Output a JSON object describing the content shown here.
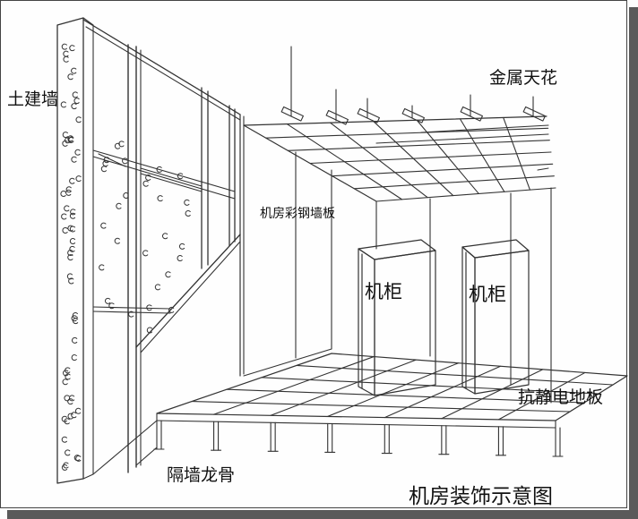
{
  "labels": {
    "wall": "土建墙",
    "ceiling": "金属天花",
    "panel": "机房彩钢墙板",
    "cabinet_left": "机柜",
    "cabinet_right": "机柜",
    "floor": "抗静电地板",
    "keel": "隔墙龙骨",
    "title": "机房装饰示意图"
  },
  "colors": {
    "line": "#333333",
    "frame_shadow": "#5a5a5a",
    "background": "#fdfdfd"
  }
}
